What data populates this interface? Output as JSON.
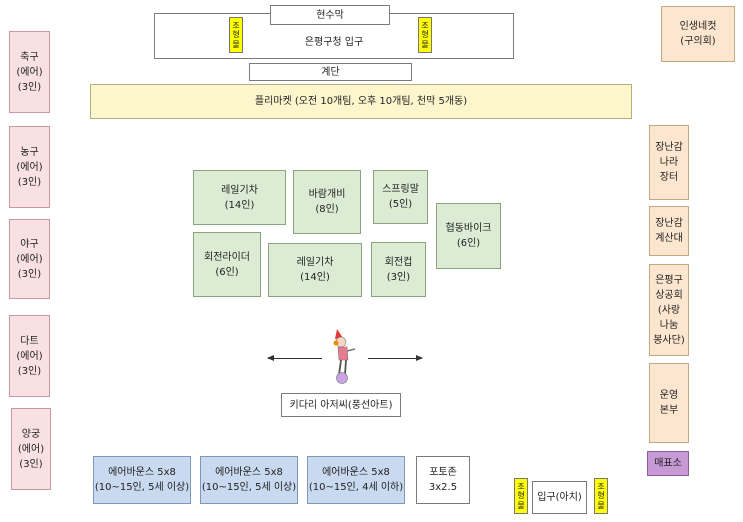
{
  "stage": {
    "curtain": "현수막",
    "entrance": "은평구청 입구",
    "stairs": "계단",
    "light_left": "조\n형\n물",
    "light_right": "조\n형\n물"
  },
  "flea_market": "플리마켓 (오전 10개팀, 오후 10개팀, 천막 5개동)",
  "top_right": "인생네컷\n(구의회)",
  "left_sports": [
    "축구\n(에어)\n(3인)",
    "농구\n(에어)\n(3인)",
    "야구\n(에어)\n(3인)",
    "다트\n(에어)\n(3인)",
    "양궁\n(에어)\n(3인)"
  ],
  "rides": {
    "rail_train_1": "레일기차\n(14인)",
    "pinwheel": "바람개비\n(8인)",
    "spring_horse": "스프링말\n(5인)",
    "coop_bike": "협동바이크\n(6인)",
    "spin_rider": "회전라이더\n(6인)",
    "rail_train_2": "레일기차\n(14인)",
    "spin_cup": "회전컵\n(3인)"
  },
  "stilts": "키다리 아저씨(풍선아트)",
  "right_side": {
    "market": "장난감\n나라\n장터",
    "counter": "장난감\n계산대",
    "council": "은평구\n상공회\n(사랑\n나눔\n봉사단)",
    "ops": "운영\n본부",
    "shop": "매표소"
  },
  "bottom": {
    "bounce_1": "에어바운스 5x8\n(10~15인, 5세 이상)",
    "bounce_2": "에어바운스 5x8\n(10~15인, 5세 이상)",
    "bounce_3": "에어바운스 5x8\n(10~15인, 4세 이하)",
    "photo": "포토존\n3x2.5",
    "gate": "입구(아치)",
    "light_left": "조\n형\n물",
    "light_right": "조\n형\n물"
  },
  "colors": {
    "sports": "#f8e0e3",
    "rides": "#dcebd3",
    "booths": "#fce6cf",
    "flea_market": "#fdf6cd",
    "bounce": "#c9d9ef",
    "shop": "#c79ad6",
    "sculpture": "#ffff00"
  },
  "icons": {
    "performer": "stilt-clown-balloon-icon",
    "arrows": "double-arrow-icon"
  }
}
